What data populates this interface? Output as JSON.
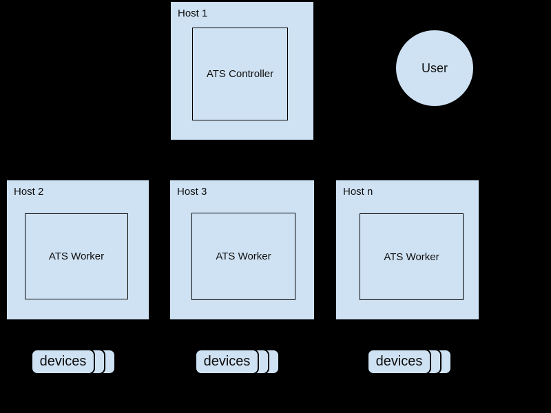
{
  "diagram": {
    "background": "#000000",
    "node_fill": "#cfe2f3",
    "stroke_color": "#000000",
    "text_color": "#0d0d0d",
    "controller_host": {
      "label": "Host 1",
      "component": "ATS Controller"
    },
    "user": {
      "label": "User"
    },
    "worker_hosts": [
      {
        "label": "Host 2",
        "component": "ATS Worker",
        "devices_label": "devices"
      },
      {
        "label": "Host 3",
        "component": "ATS Worker",
        "devices_label": "devices"
      },
      {
        "label": "Host n",
        "component": "ATS Worker",
        "devices_label": "devices"
      }
    ]
  }
}
